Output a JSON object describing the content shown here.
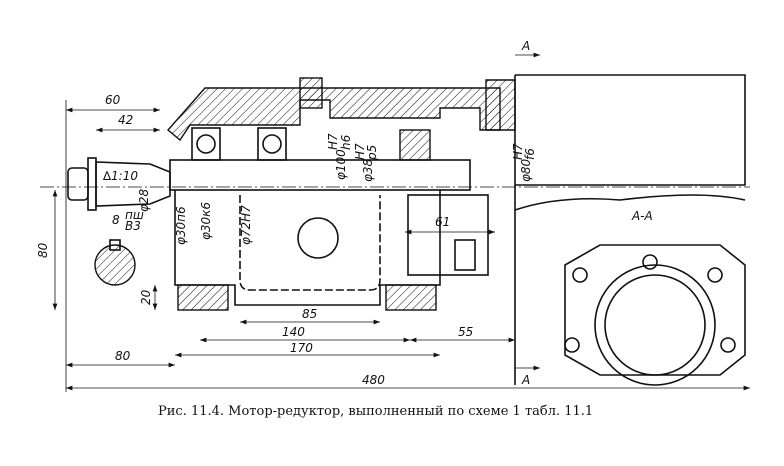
{
  "caption": "Рис. 11.4. Мотор-редуктор, выполненный по схеме 1 табл. 11.1",
  "dimensions": {
    "d60": "60",
    "d42": "42",
    "taper": "∆1:10",
    "phi28": "φ28",
    "key": "8",
    "key_fit_top": "пш",
    "key_fit_bottom": "В3",
    "d80_left": "80",
    "d20": "20",
    "phi30n6": "φ30п6",
    "phi30k6": "φ30к6",
    "phi72": "φ72Н7",
    "phi100": "φ100",
    "phi100_fit_top": "Н7",
    "phi100_fit_bottom": "h6",
    "phi38": "φ38",
    "phi38_fit_top": "Н7",
    "phi38_fit_bottom": "р5",
    "phi80": "φ80",
    "phi80_fit_top": "Н7",
    "phi80_fit_bottom": "f6",
    "d61": "61",
    "d85": "85",
    "d140": "140",
    "d170": "170",
    "d55": "55",
    "d80_bottom": "80",
    "d480": "480"
  },
  "section": {
    "mark_top": "A",
    "mark_bottom": "A",
    "title": "А-А"
  }
}
